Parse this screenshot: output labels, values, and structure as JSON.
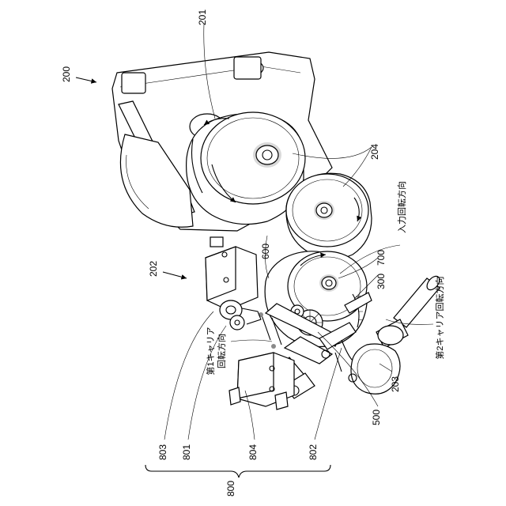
{
  "figure": {
    "labels": {
      "l200": "200",
      "l201": "201",
      "l202": "202",
      "l203": "203",
      "l204": "204",
      "l300": "300",
      "l500": "500",
      "l600": "600",
      "l700": "700",
      "l800": "800",
      "l801": "801",
      "l802": "802",
      "l803": "803",
      "l804": "804"
    },
    "annotations": {
      "input_rotation": "入力回転方向",
      "second_carrier_rotation": "第2キャリア回転方向",
      "first_carrier_line1": "第1キャリア",
      "first_carrier_line2": "回転方向"
    }
  }
}
